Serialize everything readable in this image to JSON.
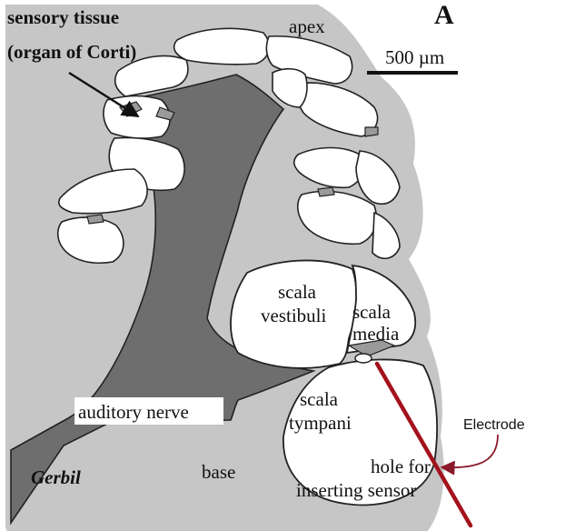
{
  "figure": {
    "panel_letter": "A",
    "labels": {
      "sensory_tissue_line1": "sensory tissue",
      "sensory_tissue_line2": "(organ of Corti)",
      "apex": "apex",
      "scale_bar": "500 µm",
      "scala_vestibuli_line1": "scala",
      "scala_vestibuli_line2": "vestibuli",
      "scala_media_line1": "scala",
      "scala_media_line2": "media",
      "auditory_nerve": "auditory nerve",
      "scala_tympani_line1": "scala",
      "scala_tympani_line2": "tympani",
      "hole_line1": "hole for",
      "hole_line2": "inserting sensor",
      "base": "base",
      "species": "Gerbil",
      "electrode": "Electrode"
    },
    "colors": {
      "bone": "#c6c6c6",
      "nerve": "#6e6e6e",
      "electrode": "#a3121c",
      "arrow": "#8b1a2a",
      "outline": "#222222"
    }
  }
}
